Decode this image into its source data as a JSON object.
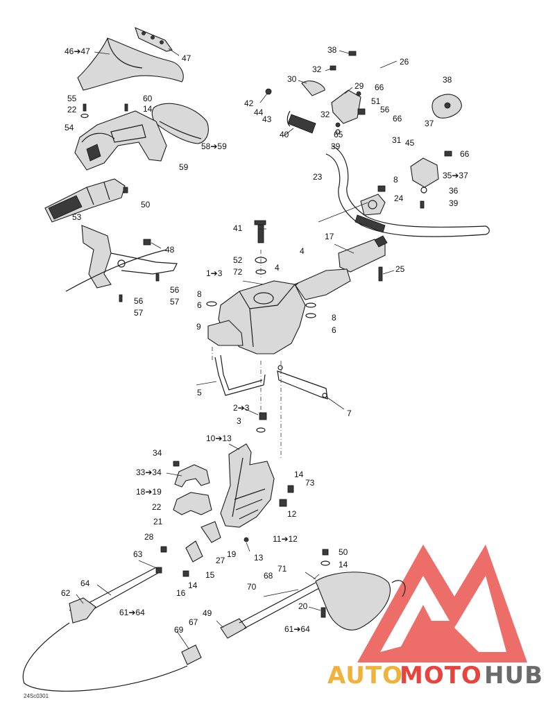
{
  "labels": [
    {
      "t": "46➔47"
    },
    {
      "t": "47"
    },
    {
      "t": "38"
    },
    {
      "t": "26"
    },
    {
      "t": "32"
    },
    {
      "t": "30"
    },
    {
      "t": "29"
    },
    {
      "t": "66"
    },
    {
      "t": "38"
    },
    {
      "t": "42"
    },
    {
      "t": "51"
    },
    {
      "t": "44"
    },
    {
      "t": "56"
    },
    {
      "t": "43"
    },
    {
      "t": "32"
    },
    {
      "t": "66"
    },
    {
      "t": "37"
    },
    {
      "t": "40"
    },
    {
      "t": "65"
    },
    {
      "t": "39"
    },
    {
      "t": "55"
    },
    {
      "t": "60"
    },
    {
      "t": "22"
    },
    {
      "t": "14"
    },
    {
      "t": "54"
    },
    {
      "t": "58➔59"
    },
    {
      "t": "59"
    },
    {
      "t": "31"
    },
    {
      "t": "45"
    },
    {
      "t": "66"
    },
    {
      "t": "23"
    },
    {
      "t": "35➔37"
    },
    {
      "t": "8"
    },
    {
      "t": "36"
    },
    {
      "t": "24"
    },
    {
      "t": "39"
    },
    {
      "t": "50"
    },
    {
      "t": "53"
    },
    {
      "t": "41"
    },
    {
      "t": "17"
    },
    {
      "t": "48"
    },
    {
      "t": "4"
    },
    {
      "t": "52"
    },
    {
      "t": "72"
    },
    {
      "t": "4"
    },
    {
      "t": "25"
    },
    {
      "t": "1➔3"
    },
    {
      "t": "56"
    },
    {
      "t": "57"
    },
    {
      "t": "56"
    },
    {
      "t": "57"
    },
    {
      "t": "8"
    },
    {
      "t": "6"
    },
    {
      "t": "8"
    },
    {
      "t": "6"
    },
    {
      "t": "9"
    },
    {
      "t": "5"
    },
    {
      "t": "7"
    },
    {
      "t": "2➔3"
    },
    {
      "t": "3"
    },
    {
      "t": "10➔13"
    },
    {
      "t": "34"
    },
    {
      "t": "33➔34"
    },
    {
      "t": "14"
    },
    {
      "t": "73"
    },
    {
      "t": "18➔19"
    },
    {
      "t": "22"
    },
    {
      "t": "21"
    },
    {
      "t": "12"
    },
    {
      "t": "11➔12"
    },
    {
      "t": "28"
    },
    {
      "t": "27"
    },
    {
      "t": "19"
    },
    {
      "t": "13"
    },
    {
      "t": "63"
    },
    {
      "t": "15"
    },
    {
      "t": "50"
    },
    {
      "t": "14"
    },
    {
      "t": "71"
    },
    {
      "t": "64"
    },
    {
      "t": "14"
    },
    {
      "t": "68"
    },
    {
      "t": "16"
    },
    {
      "t": "62"
    },
    {
      "t": "70"
    },
    {
      "t": "61➔64"
    },
    {
      "t": "20"
    },
    {
      "t": "49"
    },
    {
      "t": "67"
    },
    {
      "t": "69"
    },
    {
      "t": "61➔64"
    }
  ],
  "diagram_code": "24Sc0301",
  "watermark": {
    "word_auto": "AUTO",
    "word_moto": "MOTO",
    "word_hub": "HUB",
    "color_auto": "#f0b23a",
    "color_moto": "#e8433c",
    "color_hub": "#6b6b6b",
    "logo_color": "#e8433c"
  }
}
